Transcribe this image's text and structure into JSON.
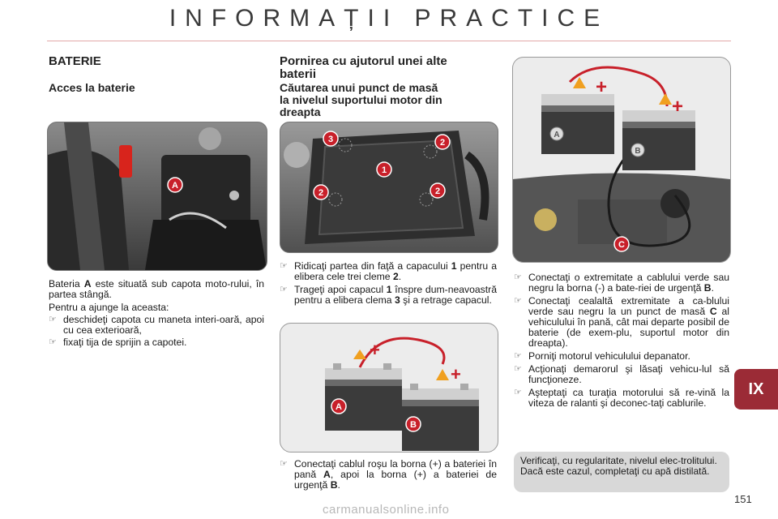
{
  "page": {
    "title": "INFORMAȚII PRACTICE",
    "chapter": "IX",
    "page_number": "151",
    "watermark": "carmanualsonline.info"
  },
  "left_column": {
    "section_title": "BATERIE",
    "subsection_title": "Acces la baterie",
    "photo_label": "A",
    "paragraph1_pre": "Bateria ",
    "paragraph1_bold": "A",
    "paragraph1_post": " este situată sub capota moto-rului, în partea stângă.",
    "paragraph2": "Pentru a ajunge la aceasta:",
    "bullets": [
      "deschideţi capota cu maneta interi-oară, apoi cu cea exterioară,",
      "fixaţi tija de sprijin a capotei."
    ]
  },
  "middle_column": {
    "section_title_line1": "Pornirea cu ajutorul unei alte",
    "section_title_line2": "baterii",
    "subsection_title_line1": "Căutarea unui punct de masă",
    "subsection_title_line2": "la nivelul suportului motor din",
    "subsection_title_line3": "dreapta",
    "photo_markers": [
      "3",
      "2",
      "1",
      "2",
      "2"
    ],
    "bullet1_pre": "Ridicaţi partea din faţă a capacului ",
    "bullet1_bold1": "1",
    "bullet1_mid": " pentru a elibera cele trei cleme ",
    "bullet1_bold2": "2",
    "bullet1_post": ".",
    "bullet2_pre": "Trageţi apoi capacul ",
    "bullet2_bold1": "1",
    "bullet2_mid": " înspre dum-neavoastră pentru a elibera clema ",
    "bullet2_bold2": "3",
    "bullet2_post": " şi a retrage capacul.",
    "battery_labels": [
      "A",
      "B"
    ],
    "bullet3_pre": "Conectaţi cablul roşu la borna (+) a bateriei în pană ",
    "bullet3_bold1": "A",
    "bullet3_mid": ", apoi la borna (+) a bateriei de urgenţă ",
    "bullet3_bold2": "B",
    "bullet3_post": "."
  },
  "right_column": {
    "battery_labels": [
      "A",
      "B"
    ],
    "ground_label": "C",
    "plus_signs": [
      "+",
      "+"
    ],
    "bullet1_pre": "Conectaţi o extremitate a cablului verde sau negru la borna (-) a bate-riei de urgenţă ",
    "bullet1_bold": "B",
    "bullet1_post": ".",
    "bullet2_pre": "Conectaţi cealaltă extremitate a ca-blului verde sau negru la un punct de masă ",
    "bullet2_bold": "C",
    "bullet2_post": " al vehiculului în pană, cât mai departe posibil de baterie (de exem-plu, suportul motor din dreapta).",
    "bullet3": "Porniţi motorul vehiculului depanator.",
    "bullet4": "Acţionaţi demarorul şi lăsaţi vehicu-lul să funcţioneze.",
    "bullet5": "Aşteptaţi ca turaţia motorului să re-vină la viteza de ralanti şi deconec-taţi cablurile.",
    "note": "Verificaţi, cu regularitate, nivelul elec-trolitului. Dacă este cazul, completaţi cu apă distilată."
  },
  "colors": {
    "accent": "#c8202a",
    "chapter_tab": "#9b2b36",
    "note_bg": "#d8d8d8",
    "clamp": "#f0a020"
  },
  "icons": {
    "bullet": "pointing-finger-icon"
  }
}
